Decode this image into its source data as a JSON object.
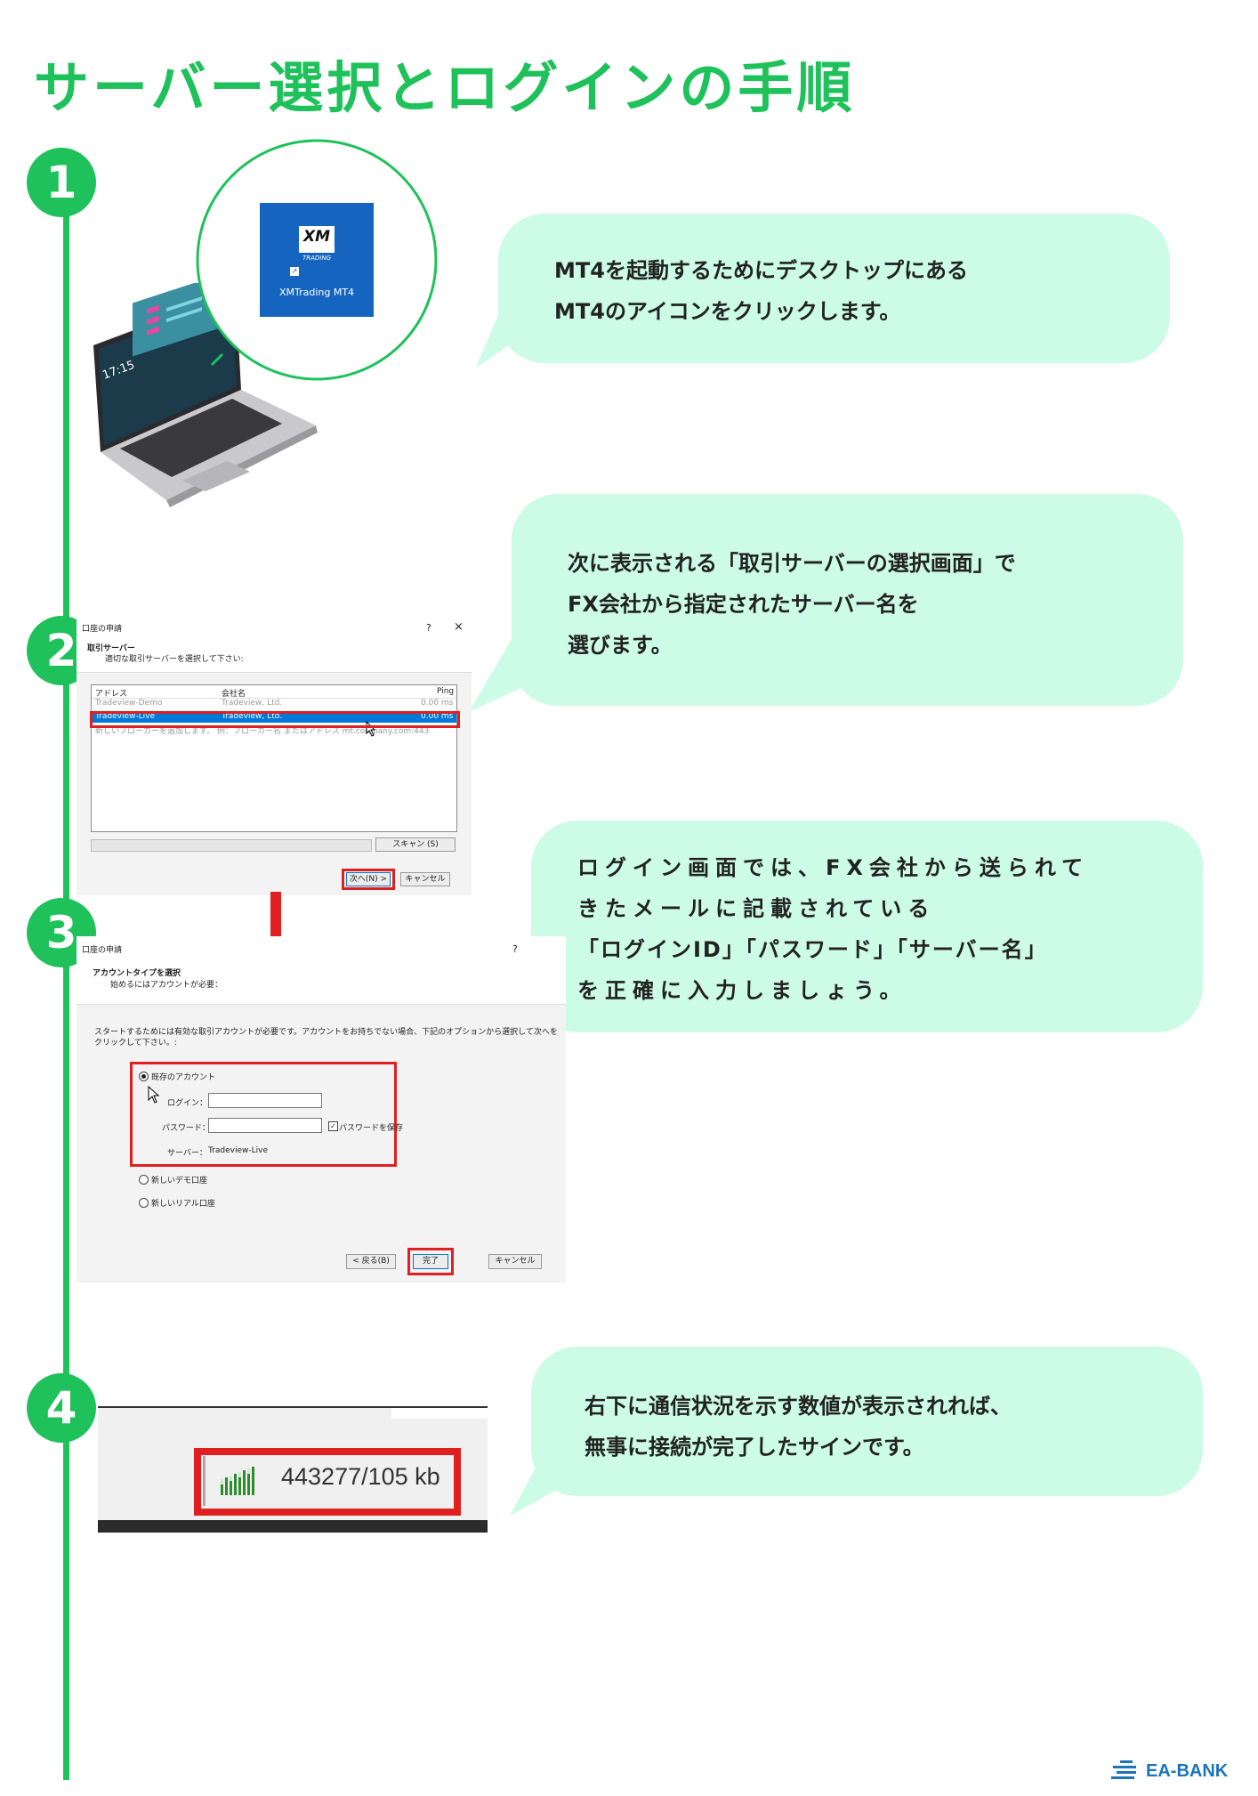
{
  "title": "サーバー選択とログインの手順",
  "steps": [
    {
      "num": "1",
      "lines": [
        "MT4を起動するためにデスクトップにある",
        "MT4のアイコンをクリックします。"
      ]
    },
    {
      "num": "2",
      "lines": [
        "次に表示される「取引サーバーの選択画面」で",
        "FX会社から指定されたサーバー名を",
        "選びます。"
      ]
    },
    {
      "num": "3",
      "lines": [
        "ログイン画面では、FX会社から送られて",
        "きたメールに記載されている",
        "「ログインID」「パスワード」「サーバー名」",
        "を正確に入力しましょう。"
      ]
    },
    {
      "num": "4",
      "lines": [
        "右下に通信状況を示す数値が表示されれば、",
        "無事に接続が完了したサインです。"
      ]
    }
  ],
  "icon": {
    "logo": "XM",
    "sub": "TRADING",
    "label": "XMTrading MT4"
  },
  "laptop_clock": "17:15",
  "server_dialog": {
    "title": "口座の申請",
    "help": "?",
    "close": "×",
    "heading": "取引サーバー",
    "subheading": "適切な取引サーバーを選択して下さい:",
    "columns": [
      "アドレス",
      "会社名",
      "Ping"
    ],
    "rows": [
      {
        "address": "Tradeview-Demo",
        "company": "Tradeview, Ltd.",
        "ping": "0.00 ms"
      },
      {
        "address": "Tradeview-Live",
        "company": "Tradeview, Ltd.",
        "ping": "0.00 ms"
      }
    ],
    "add_row": "新しいブローカーを追加します。  例：ブローカー名 またはアドレス mt.company.com:443",
    "scan_button": "スキャン (S)",
    "next_button": "次へ(N) >",
    "cancel_button": "キャンセル"
  },
  "account_dialog": {
    "title": "口座の申請",
    "help": "?",
    "heading": "アカウントタイプを選択",
    "subheading": "始めるにはアカウントが必要：",
    "description_1": "スタートするためには有効な取引アカウントが必要です。アカウントをお持ちでない場合、下記のオプションから選択して次へを",
    "description_2": "クリックして下さい。:",
    "existing_label": "既存のアカウント",
    "login_label": "ログイン：",
    "password_label": "パスワード：",
    "save_password_label": "パスワードを保存",
    "server_label": "サーバー：",
    "server_value": "Tradeview-Live",
    "new_demo_label": "新しいデモ口座",
    "new_real_label": "新しいリアル口座",
    "back_button": "< 戻る(B)",
    "finish_button": "完了",
    "cancel_button": "キャンセル"
  },
  "status": {
    "value": "443277/105 kb"
  },
  "brand": {
    "name": "EA-BANK"
  },
  "colors": {
    "accent": "#1ec15a",
    "bubble": "#ccfbe6",
    "highlight": "#e02020",
    "selection": "#0078d7",
    "icon_tile": "#1565c0"
  }
}
